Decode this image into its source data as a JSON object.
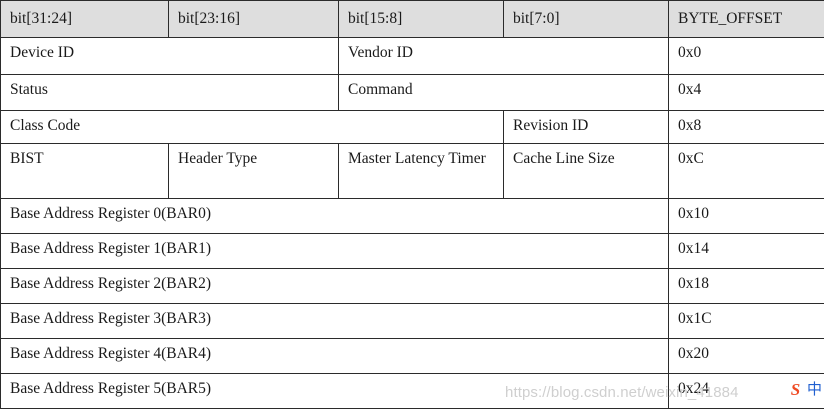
{
  "table": {
    "name": "pci-configuration-space-header",
    "columns": [
      {
        "label": "bit[31:24]"
      },
      {
        "label": "bit[23:16]"
      },
      {
        "label": "bit[15:8]"
      },
      {
        "label": "bit[7:0]"
      },
      {
        "label": "BYTE_OFFSET"
      }
    ],
    "rows": [
      {
        "id": "row-0x0",
        "cells": [
          {
            "text": "Device ID",
            "span": 2
          },
          {
            "text": "Vendor ID",
            "span": 2
          },
          {
            "text": "0x0",
            "span": 1
          }
        ]
      },
      {
        "id": "row-0x4",
        "cells": [
          {
            "text": "Status",
            "span": 2
          },
          {
            "text": "Command",
            "span": 2
          },
          {
            "text": "0x4",
            "span": 1
          }
        ]
      },
      {
        "id": "row-0x8",
        "cells": [
          {
            "text": "Class Code",
            "span": 3
          },
          {
            "text": "Revision ID",
            "span": 1
          },
          {
            "text": "0x8",
            "span": 1
          }
        ]
      },
      {
        "id": "row-0xC",
        "cells": [
          {
            "text": "BIST",
            "span": 1
          },
          {
            "text": "Header Type",
            "span": 1
          },
          {
            "text": "Master Latency Timer",
            "span": 1
          },
          {
            "text": "Cache Line Size",
            "span": 1
          },
          {
            "text": "0xC",
            "span": 1
          }
        ]
      },
      {
        "id": "row-0x10",
        "cells": [
          {
            "text": "Base Address Register 0(BAR0)",
            "span": 4
          },
          {
            "text": "0x10",
            "span": 1
          }
        ]
      },
      {
        "id": "row-0x14",
        "cells": [
          {
            "text": "Base Address Register 1(BAR1)",
            "span": 4
          },
          {
            "text": "0x14",
            "span": 1
          }
        ]
      },
      {
        "id": "row-0x18",
        "cells": [
          {
            "text": "Base Address Register 2(BAR2)",
            "span": 4
          },
          {
            "text": "0x18",
            "span": 1
          }
        ]
      },
      {
        "id": "row-0x1C",
        "cells": [
          {
            "text": "Base Address Register 3(BAR3)",
            "span": 4
          },
          {
            "text": "0x1C",
            "span": 1
          }
        ]
      },
      {
        "id": "row-0x20",
        "cells": [
          {
            "text": "Base Address Register 4(BAR4)",
            "span": 4
          },
          {
            "text": "0x20",
            "span": 1
          }
        ]
      },
      {
        "id": "row-0x24",
        "cells": [
          {
            "text": "Base Address Register 5(BAR5)",
            "span": 4
          },
          {
            "text": "0x24",
            "span": 1
          }
        ]
      }
    ]
  },
  "watermark": {
    "url_text": "https://blog.csdn.net/weixin_41884",
    "url_color": "#cfcfcf"
  },
  "ime_badge": {
    "sogou_glyph": "S",
    "sogou_color": "#ef4a23",
    "mode_glyph": "中",
    "mode_color": "#1f5fd0"
  }
}
